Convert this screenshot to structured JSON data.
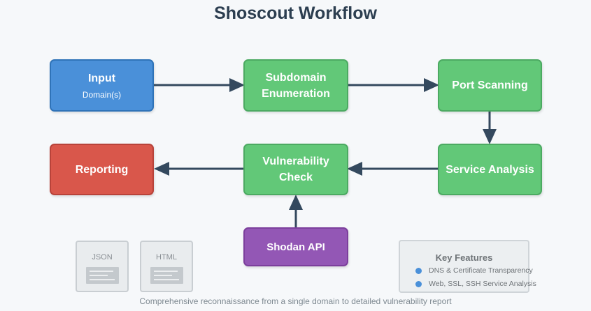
{
  "title": "Shoscout Workflow",
  "nodes": {
    "input": {
      "label": "Input",
      "sub": "Domain(s)"
    },
    "subdomain": {
      "label": "Subdomain Enumeration"
    },
    "port": {
      "label": "Port Scanning"
    },
    "service": {
      "label": "Service Analysis"
    },
    "vuln": {
      "label": "Vulnerability Check"
    },
    "reporting": {
      "label": "Reporting"
    },
    "shodan": {
      "label": "Shodan API"
    }
  },
  "outputs": [
    {
      "label": "JSON",
      "icon": "document-icon"
    },
    {
      "label": "HTML",
      "icon": "document-icon"
    }
  ],
  "features": {
    "title": "Key Features",
    "items": [
      "DNS & Certificate Transparency",
      "Web, SSL, SSH Service Analysis"
    ]
  },
  "caption": "Comprehensive reconnaissance from a single domain to detailed vulnerability report",
  "colors": {
    "input": "#4a90d9",
    "process": "#62c878",
    "reporting": "#d9574b",
    "shodan": "#9357b5",
    "arrow": "#34495e",
    "title": "#2c3e50"
  }
}
